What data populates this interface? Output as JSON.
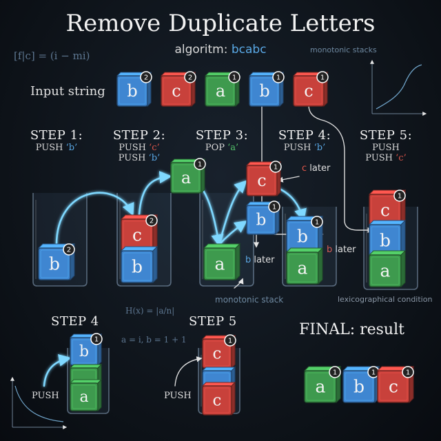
{
  "title": "Remove Duplicate Letters",
  "subtitle": {
    "prefix": "algoritm: ",
    "value": "bcabc"
  },
  "formula_top": "[f|c] = (i − mi)",
  "monotonic_stacks_label": "monotonic stacks",
  "input": {
    "label": "Input string",
    "cells": [
      {
        "letter": "b",
        "count": "2",
        "color": "blue"
      },
      {
        "letter": "c",
        "count": "2",
        "color": "red"
      },
      {
        "letter": "a",
        "count": "1",
        "color": "green"
      },
      {
        "letter": "b",
        "count": "1",
        "color": "blue"
      },
      {
        "letter": "c",
        "count": "1",
        "color": "red"
      }
    ]
  },
  "steps": [
    {
      "title": "STEP 1:",
      "line1": "PUSH ",
      "q1": "‘b’",
      "c1": "blue",
      "line2": "",
      "q2": "",
      "c2": ""
    },
    {
      "title": "STEP 2:",
      "line1": "PUSH ",
      "q1": "‘c’",
      "c1": "red",
      "line2": "PUSH ",
      "q2": "‘b’",
      "c2": "blue"
    },
    {
      "title": "STEP 3:",
      "line1": "POP ",
      "q1": "‘a’",
      "c1": "green",
      "line2": "",
      "q2": "",
      "c2": ""
    },
    {
      "title": "STEP 4:",
      "line1": "PUSH ",
      "q1": "‘b’",
      "c1": "blue",
      "line2": "",
      "q2": "",
      "c2": ""
    },
    {
      "title": "STEP 5:",
      "line1": "PUSH",
      "q1": "",
      "c1": "",
      "line2": "PUSH ",
      "q2": "‘c’",
      "c2": "red"
    }
  ],
  "annotations": {
    "c_later": "c later",
    "b_later_left": "b later",
    "b_later_right": "b later",
    "monotonic_stack": "monotonic stack",
    "lexico": "lexicographical condition",
    "hx": "H(x) = |a/n|",
    "ab_eq": "a = i, b = 1 + 1"
  },
  "bottom": {
    "step4": "STEP 4",
    "step5": "STEP 5",
    "push_left": "PUSH",
    "push_right": "PUSH",
    "final_title": "FINAL: result"
  },
  "final_result": [
    {
      "letter": "a",
      "count": "1",
      "color": "green"
    },
    {
      "letter": "b",
      "count": "1",
      "color": "blue"
    },
    {
      "letter": "c",
      "count": "1",
      "color": "red"
    }
  ],
  "colors": {
    "blue": "#3f86d1",
    "red": "#c8413b",
    "green": "#3e9a4e",
    "arrow": "#7fd8ff",
    "badge": "#ffffff"
  }
}
